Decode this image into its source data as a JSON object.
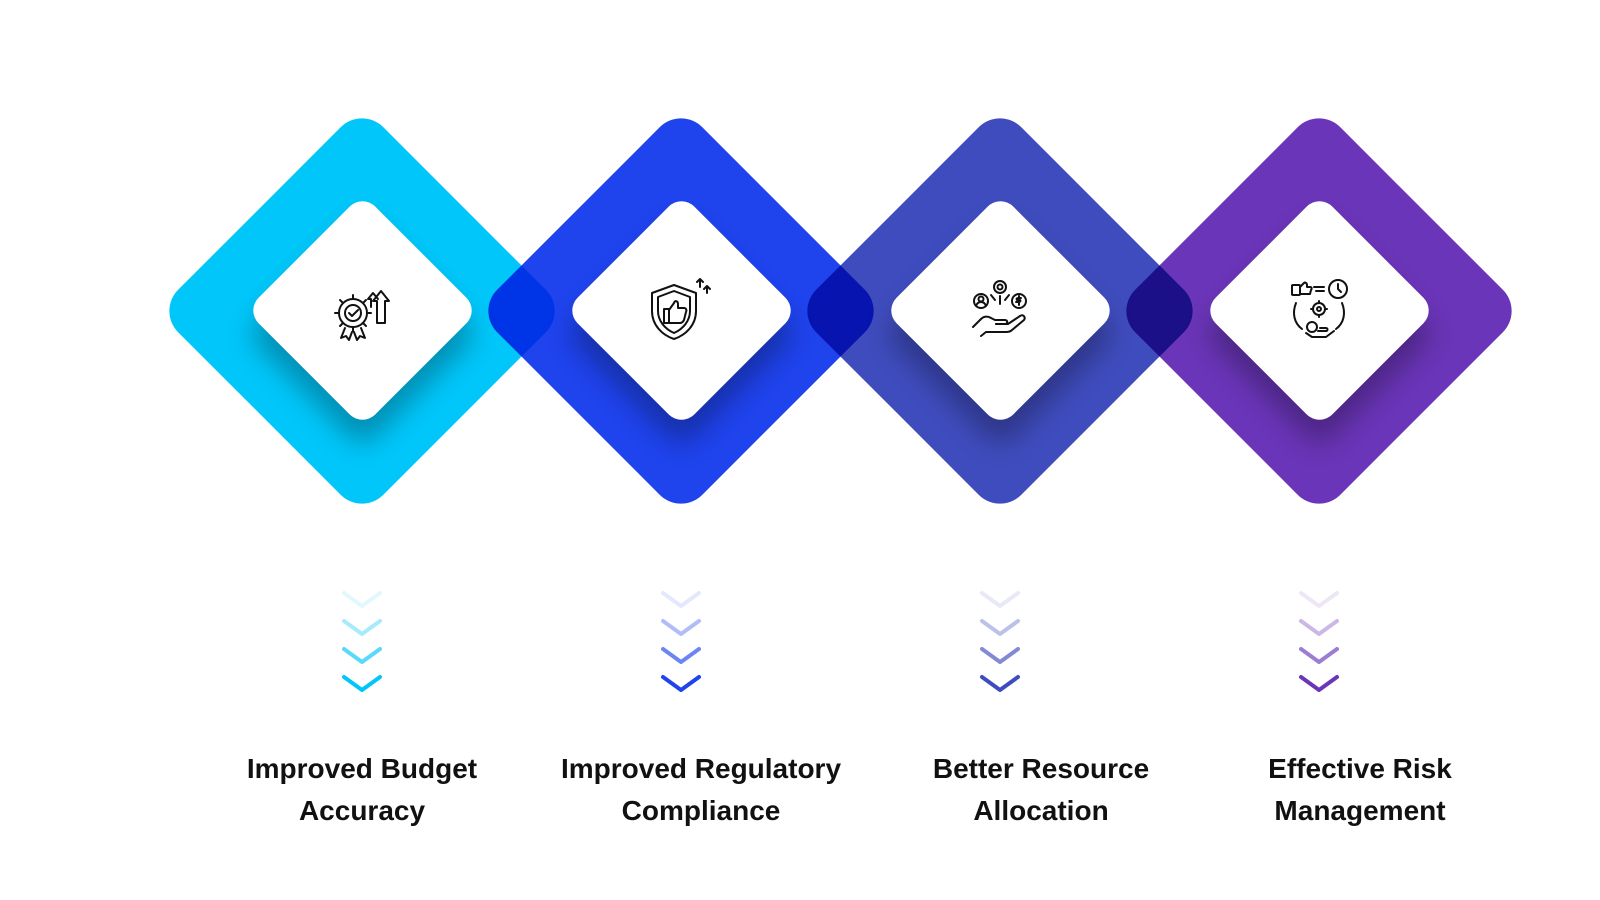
{
  "steps": [
    {
      "label_line1": "Improved Budget",
      "label_line2": "Accuracy",
      "color": "#00c6f9",
      "icon": "gear-badge-growth-icon"
    },
    {
      "label_line1": "Improved Regulatory",
      "label_line2": "Compliance",
      "color": "#1f43ed",
      "icon": "shield-thumbs-up-icon"
    },
    {
      "label_line1": "Better Resource",
      "label_line2": "Allocation",
      "color": "#3f4cbd",
      "icon": "hand-resources-icon"
    },
    {
      "label_line1": "Effective Risk",
      "label_line2": "Management",
      "color": "#6a35b8",
      "icon": "risk-management-cycle-icon"
    }
  ]
}
